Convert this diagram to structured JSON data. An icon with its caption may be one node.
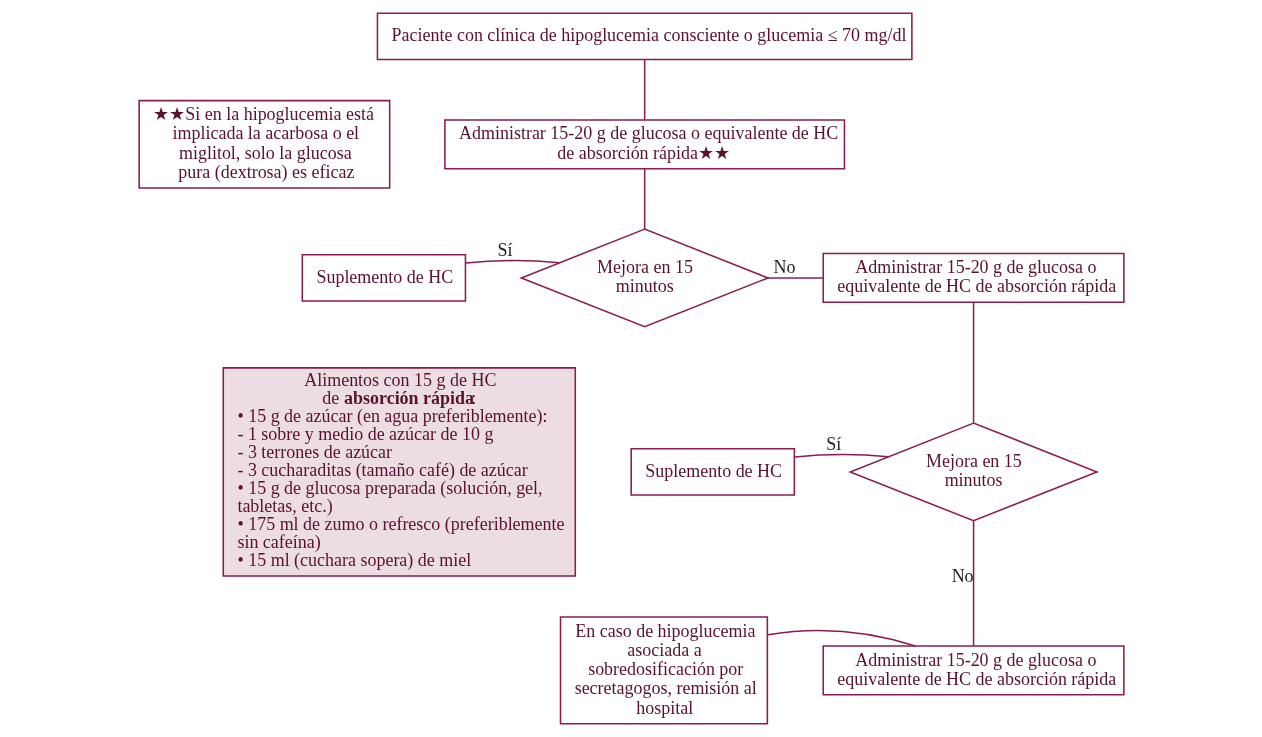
{
  "diagram": {
    "nodes": [
      {
        "text": [
          "Paciente con clínica de hipoglucemia consciente o glucemia ≤ 70 mg/dl"
        ]
      },
      {
        "text": [
          "Administrar 15-20 g de glucosa o equivalente de HC de absorción rápida★★"
        ]
      },
      {
        "text": [
          "Mejora en 15 minutos"
        ]
      },
      {
        "text": [
          "Suplemento de HC"
        ]
      },
      {
        "text": [
          "Administrar 15-20 g de glucosa o equivalente de HC de absorción rápida"
        ]
      },
      {
        "text": [
          "Mejora en 15 minutos"
        ]
      },
      {
        "text": [
          "Suplemento de HC"
        ]
      },
      {
        "text": [
          "Administrar 15-20 g de glucosa o equivalente de HC de absorción rápida"
        ]
      },
      {
        "text": [
          "En caso de hipoglucemia asociada a sobredosificación por secretagogos, remisión al hospital"
        ]
      },
      {
        "text": [
          "★★Si en la hipoglucemia está implicada la acarbosa o el miglitol, solo la glucosa pura (dextrosa) es eficaz"
        ]
      },
      {
        "text": [
          "Alimentos con 15 g de HC de **absorción rápida**:",
          "• 15 g de azúcar (en agua preferiblemente):",
          "- 1 sobre y medio de azúcar de 10 g",
          "- 3 terrones de azúcar",
          "- 3 cucharaditas (tamaño café) de azúcar",
          "• 15 g de glucosa preparada (solución, gel, tabletas, etc.)",
          "• 175 ml de zumo o refresco (preferiblemente sin cafeína)",
          "• 15 ml (cuchara sopera) de miel"
        ]
      }
    ],
    "edges": [
      {
        "from": 0,
        "to": 1,
        "arrow": "none"
      },
      {
        "from": 1,
        "to": 2,
        "arrow": "none"
      },
      {
        "from": 2,
        "to": 3,
        "arrow": "none",
        "label": "Sí"
      },
      {
        "from": 2,
        "to": 4,
        "arrow": "none",
        "label": "No"
      },
      {
        "from": 4,
        "to": 5,
        "arrow": "none"
      },
      {
        "from": 5,
        "to": 6,
        "arrow": "none",
        "label": "Sí"
      },
      {
        "from": 5,
        "to": 7,
        "arrow": "none",
        "label": "No"
      },
      {
        "from": 7,
        "to": 8,
        "arrow": "none"
      }
    ]
  }
}
